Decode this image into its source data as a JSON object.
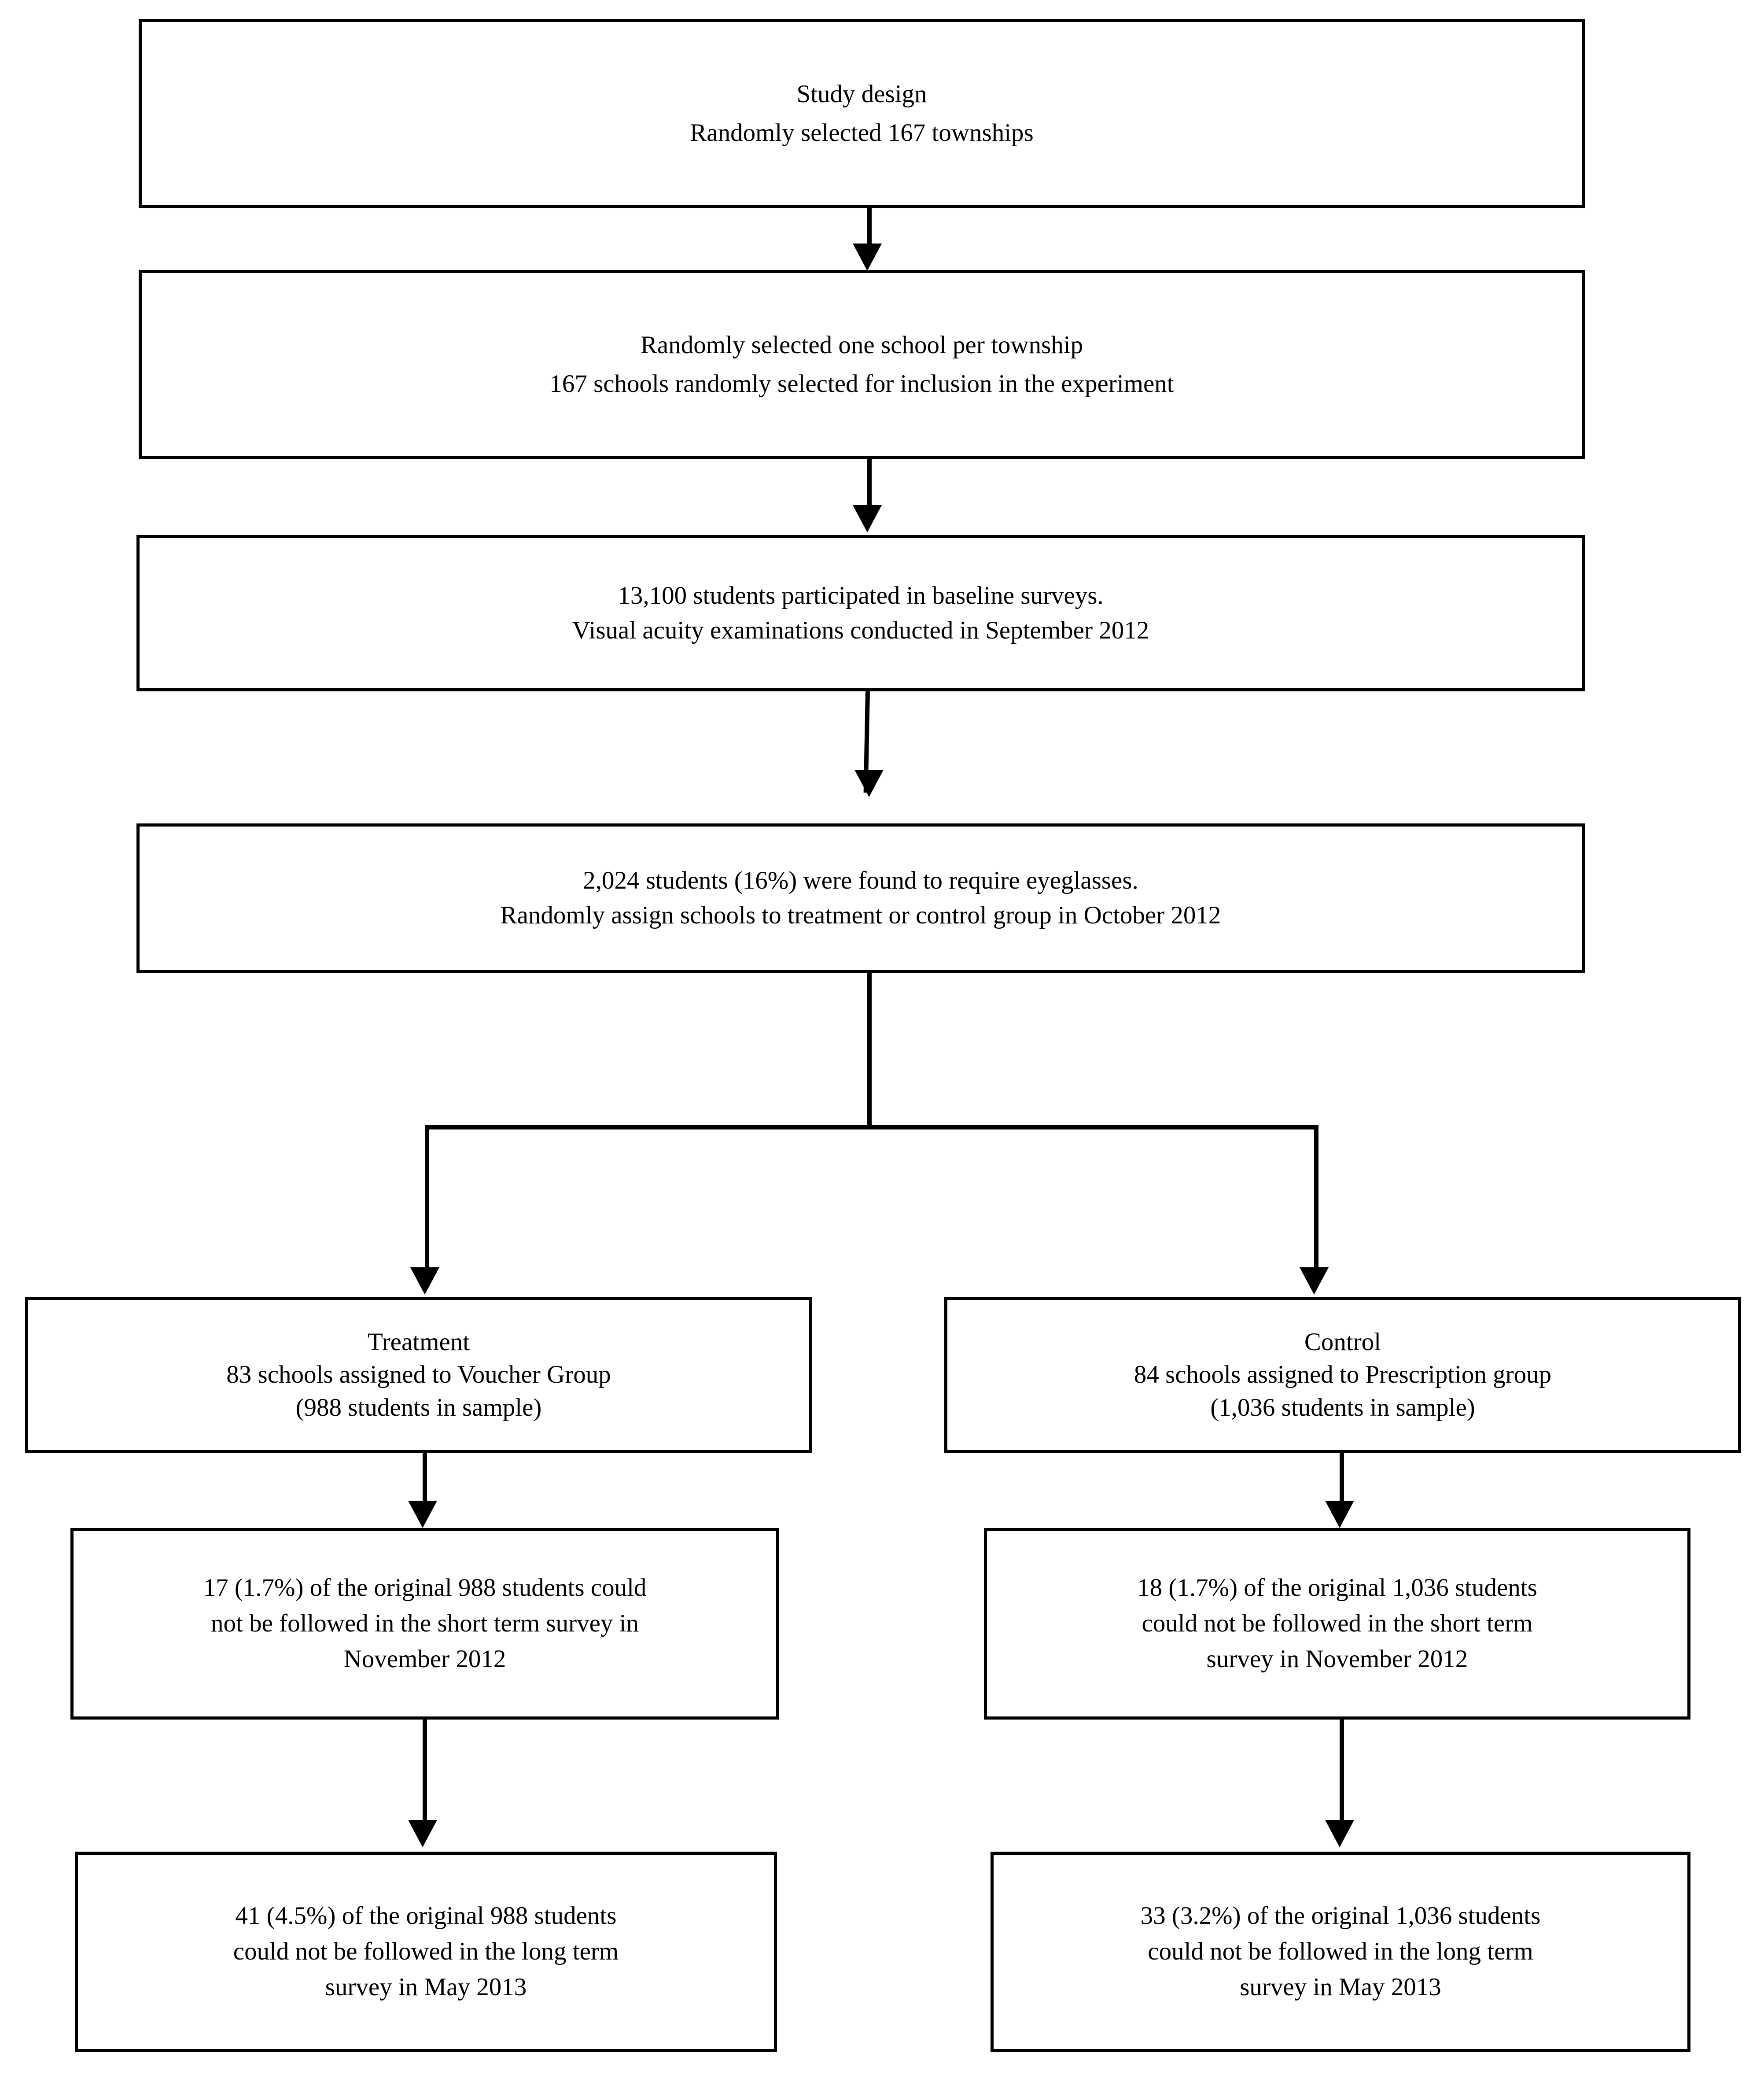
{
  "diagram": {
    "type": "flowchart",
    "orientation": "top-down",
    "nodes": [
      {
        "id": "study-design",
        "lines": [
          "Study design",
          "Randomly selected 167 townships"
        ]
      },
      {
        "id": "school-select",
        "lines": [
          "Randomly selected one school per township",
          "167 schools randomly selected for inclusion in the experiment"
        ]
      },
      {
        "id": "baseline",
        "lines": [
          "13,100 students participated in baseline surveys.",
          "Visual acuity examinations conducted in September 2012"
        ]
      },
      {
        "id": "eyeglasses",
        "lines": [
          "2,024 students (16%) were found to require eyeglasses.",
          "Randomly assign schools to treatment or control group in October 2012"
        ]
      },
      {
        "id": "treatment",
        "lines": [
          "Treatment",
          "83 schools assigned to Voucher Group",
          "(988 students in sample)"
        ]
      },
      {
        "id": "control",
        "lines": [
          "Control",
          "84 schools assigned to Prescription group",
          "(1,036 students in sample)"
        ]
      },
      {
        "id": "treatment-short",
        "lines": [
          "17 (1.7%) of the original 988 students could",
          "not be followed in the short term survey in",
          "November 2012"
        ]
      },
      {
        "id": "control-short",
        "lines": [
          "18 (1.7%) of the original 1,036 students",
          "could not be followed in the short term",
          "survey in November 2012"
        ]
      },
      {
        "id": "treatment-long",
        "lines": [
          "41 (4.5%) of the original 988 students",
          "could not be followed in the long term",
          "survey in May 2013"
        ]
      },
      {
        "id": "control-long",
        "lines": [
          "33 (3.2%) of the original 1,036 students",
          "could not be followed in the long term",
          "survey in May 2013"
        ]
      }
    ],
    "edges": [
      {
        "id": "arrow-1",
        "from": "study-design",
        "to": "school-select",
        "marker": "arrowhead-down"
      },
      {
        "id": "arrow-2",
        "from": "school-select",
        "to": "baseline",
        "marker": "arrowhead-down"
      },
      {
        "id": "arrow-3",
        "from": "baseline",
        "to": "eyeglasses",
        "marker": "arrowhead-down"
      },
      {
        "id": "split-left",
        "from": "eyeglasses",
        "to": "treatment",
        "marker": "arrowhead-down"
      },
      {
        "id": "split-right",
        "from": "eyeglasses",
        "to": "control",
        "marker": "arrowhead-down"
      },
      {
        "id": "arrow-tr-short",
        "from": "treatment",
        "to": "treatment-short",
        "marker": "arrowhead-down"
      },
      {
        "id": "arrow-ct-short",
        "from": "control",
        "to": "control-short",
        "marker": "arrowhead-down"
      },
      {
        "id": "arrow-tr-long",
        "from": "treatment-short",
        "to": "treatment-long",
        "marker": "arrowhead-down"
      },
      {
        "id": "arrow-ct-long",
        "from": "control-short",
        "to": "control-long",
        "marker": "arrowhead-down"
      }
    ],
    "colors": {
      "stroke": "#000000",
      "fill": "#ffffff",
      "text": "#000000"
    }
  }
}
